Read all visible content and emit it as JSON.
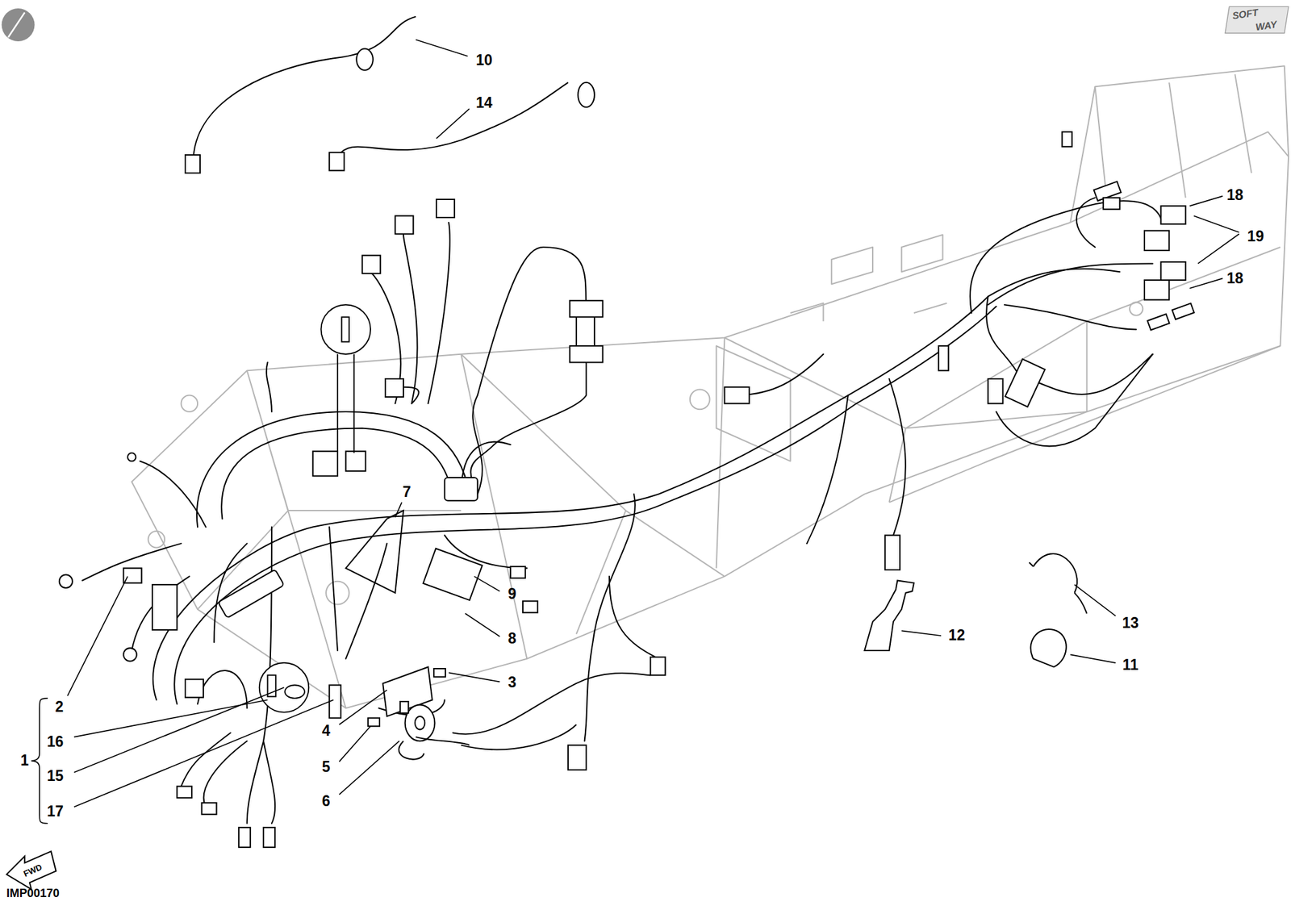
{
  "diagram": {
    "labels": [
      "10",
      "14",
      "7",
      "9",
      "8",
      "3",
      "4",
      "5",
      "6",
      "2",
      "16",
      "15",
      "17",
      "1",
      "12",
      "13",
      "11",
      "18",
      "19",
      "18",
      "FWD",
      "IMP00170",
      "SOFT",
      "WAY"
    ]
  }
}
